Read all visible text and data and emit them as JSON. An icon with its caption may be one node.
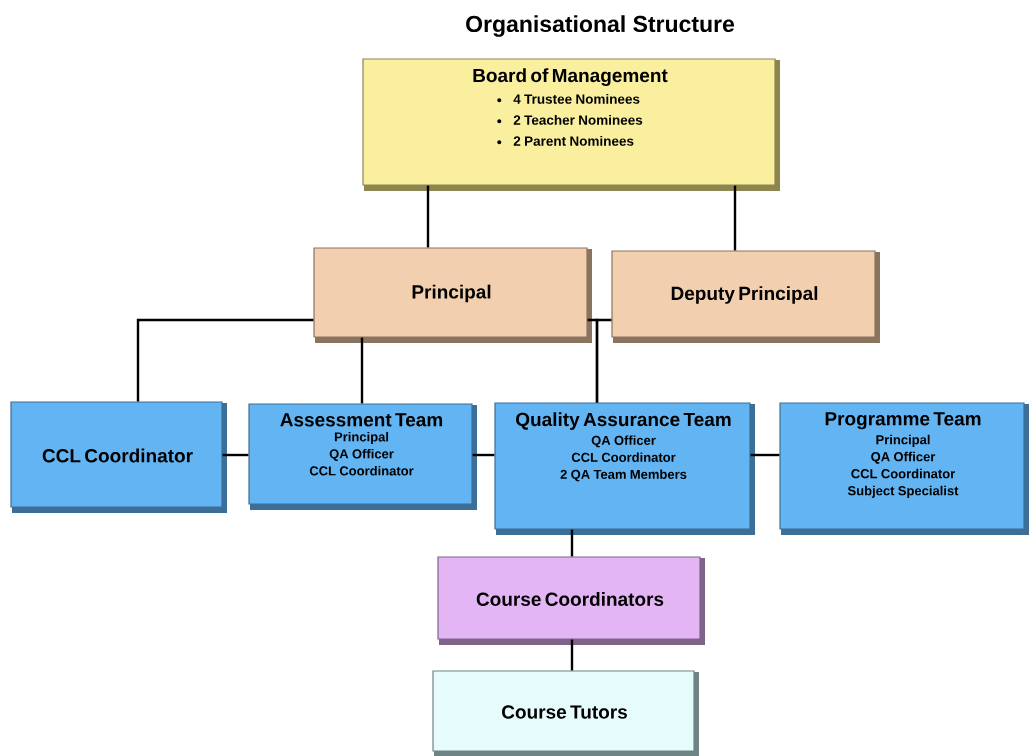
{
  "diagram": {
    "title": "Organisational Structure",
    "nodes": [
      {
        "text": [
          "Board of Management",
          "4 Trustee Nominees",
          "2 Teacher Nominees",
          "2 Parent Nominees"
        ]
      },
      {
        "text": [
          "Principal"
        ]
      },
      {
        "text": [
          "Deputy Principal"
        ]
      },
      {
        "text": [
          "CCL Coordinator"
        ]
      },
      {
        "text": [
          "Assessment Team",
          "Principal",
          "QA Officer",
          "CCL Coordinator"
        ]
      },
      {
        "text": [
          "Quality Assurance Team",
          "QA Officer",
          "CCL Coordinator",
          "2 QA Team Members"
        ]
      },
      {
        "text": [
          "Programme Team",
          "Principal",
          "QA Officer",
          "CCL Coordinator",
          "Subject Specialist"
        ]
      },
      {
        "text": [
          "Course Coordinators"
        ]
      },
      {
        "text": [
          "Course Tutors"
        ]
      }
    ],
    "edges": [
      {
        "from": 0,
        "to": 1,
        "arrow": "none"
      },
      {
        "from": 0,
        "to": 2,
        "arrow": "none"
      },
      {
        "from": 1,
        "to": 3,
        "arrow": "none"
      },
      {
        "from": 1,
        "to": 4,
        "arrow": "none"
      },
      {
        "from": 1,
        "to": 5,
        "arrow": "none"
      },
      {
        "from": 2,
        "to": 5,
        "arrow": "none"
      },
      {
        "from": 3,
        "to": 4,
        "arrow": "none"
      },
      {
        "from": 4,
        "to": 5,
        "arrow": "none"
      },
      {
        "from": 5,
        "to": 6,
        "arrow": "none"
      },
      {
        "from": 5,
        "to": 7,
        "arrow": "none"
      },
      {
        "from": 7,
        "to": 8,
        "arrow": "none"
      }
    ]
  }
}
